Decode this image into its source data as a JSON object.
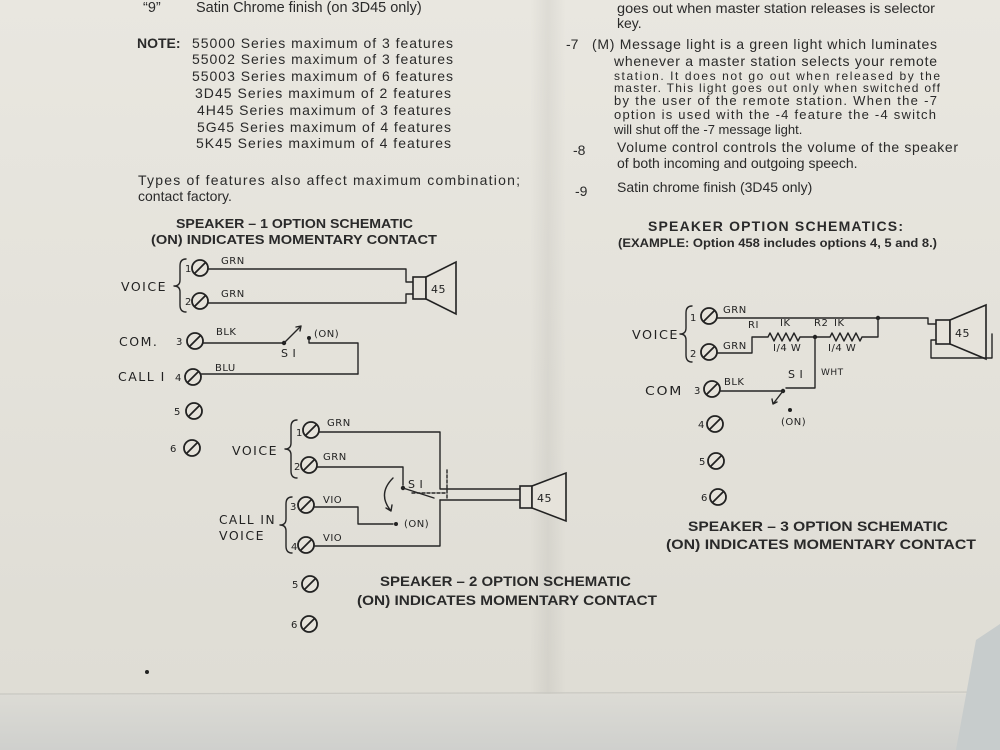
{
  "colors": {
    "paper": "#e7e4dc",
    "ink": "#2a2a2a",
    "surface": "#cfd2d1"
  },
  "left_column": {
    "item_9": {
      "code": "“9”",
      "text": "Satin Chrome finish (on 3D45 only)"
    },
    "note": {
      "label": "NOTE:",
      "lines": [
        "55000 Series maximum of 3 features",
        "55002 Series maximum of 3 features",
        "55003 Series maximum of 6 features",
        "3D45 Series maximum of 2 features",
        "4H45 Series maximum of 3 features",
        "5G45 Series maximum of 4 features",
        "5K45 Series maximum of 4 features"
      ]
    },
    "types_note": [
      "Types of features also affect maximum combination;",
      "contact factory."
    ]
  },
  "right_column": {
    "continued": [
      "goes out when master station releases is selector",
      "key."
    ],
    "option_7": {
      "code": "-7",
      "lines": [
        "(M) Message light is a green light which luminates",
        "whenever a master station selects your remote",
        "station. It does not go out when released by the",
        "master. This light goes out only when switched off",
        "by the user of the remote station. When the -7",
        "option is used with the -4 feature the -4 switch",
        "will shut off the -7 message light."
      ]
    },
    "option_8": {
      "code": "-8",
      "lines": [
        "Volume control controls the volume of the speaker",
        "of both incoming and outgoing speech."
      ]
    },
    "option_9": {
      "code": "-9",
      "lines": [
        "Satin chrome finish (3D45 only)"
      ]
    },
    "heading": "SPEAKER OPTION SCHEMATICS:",
    "example": "(EXAMPLE: Option 458 includes options 4, 5 and 8.)"
  },
  "schematic_1": {
    "title": "SPEAKER – 1 OPTION SCHEMATIC",
    "subtitle": "(ON) INDICATES MOMENTARY CONTACT",
    "voice_label": "VOICE",
    "com_label": "COM.",
    "call_label": "CALL I",
    "terminals": [
      "1",
      "2",
      "3",
      "4",
      "5",
      "6"
    ],
    "wire_colors": [
      "GRN",
      "GRN",
      "BLK",
      "BLU"
    ],
    "speaker": "45",
    "switch": "S I",
    "on_label": "(ON)"
  },
  "schematic_2": {
    "title": "SPEAKER – 2 OPTION SCHEMATIC",
    "subtitle": "(ON) INDICATES MOMENTARY CONTACT",
    "voice_label": "VOICE",
    "call_in_label": [
      "CALL IN",
      "VOICE"
    ],
    "terminals": [
      "1",
      "2",
      "3",
      "4",
      "5",
      "6"
    ],
    "wire_colors": [
      "GRN",
      "GRN",
      "VIO",
      "VIO"
    ],
    "speaker": "45",
    "switch": "S I",
    "on_label": "(ON)"
  },
  "schematic_3": {
    "title": "SPEAKER – 3 OPTION SCHEMATIC",
    "subtitle": "(ON) INDICATES MOMENTARY CONTACT",
    "voice_label": "VOICE",
    "com_label": "COM",
    "terminals": [
      "1",
      "2",
      "3",
      "4",
      "5",
      "6"
    ],
    "wire_colors": [
      "GRN",
      "GRN",
      "BLK",
      "WHT"
    ],
    "resistors": [
      {
        "name": "RI",
        "value": "IK",
        "rating": "I/4 W"
      },
      {
        "name": "R2",
        "value": "IK",
        "rating": "I/4 W"
      }
    ],
    "speaker": "45",
    "switch": "S I",
    "on_label": "(ON)"
  }
}
